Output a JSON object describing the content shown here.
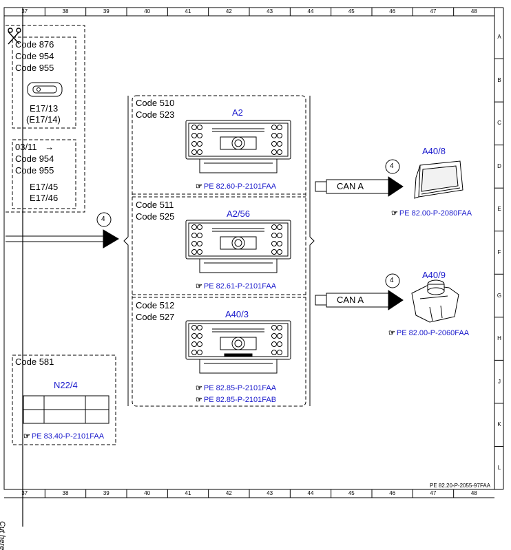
{
  "ruler": {
    "columns": [
      "37",
      "38",
      "39",
      "40",
      "41",
      "42",
      "43",
      "44",
      "45",
      "46",
      "47",
      "48"
    ],
    "rows": [
      "A",
      "B",
      "C",
      "D",
      "E",
      "F",
      "G",
      "H",
      "J",
      "K",
      "L"
    ]
  },
  "cut_here": "Cut here",
  "drawing_number": "PE 82.20-P-2055-97FAA",
  "left_group_1": {
    "lines": [
      "Code 876",
      "Code 954",
      "Code 955"
    ],
    "part": "E17/13",
    "part_alt": "(E17/14)"
  },
  "left_group_2": {
    "date_line": "03/11",
    "arrow": "→",
    "lines": [
      "Code 954",
      "Code 955"
    ],
    "part": "E17/45",
    "part_alt": "E17/46"
  },
  "left_group_3": {
    "code": "Code 581",
    "part": "N22/4",
    "ref": "PE 83.40-P-2101FAA"
  },
  "center_units": [
    {
      "codes": [
        "Code 510",
        "Code 523"
      ],
      "title": "A2",
      "refs": [
        "PE 82.60-P-2101FAA"
      ]
    },
    {
      "codes": [
        "Code 511",
        "Code 525"
      ],
      "title": "A2/56",
      "refs": [
        "PE 82.61-P-2101FAA"
      ]
    },
    {
      "codes": [
        "Code 512",
        "Code 527"
      ],
      "title": "A40/3",
      "refs": [
        "PE 82.85-P-2101FAA",
        "PE 82.85-P-2101FAB"
      ]
    }
  ],
  "incoming_badge": "4",
  "outputs": [
    {
      "badge": "4",
      "bus": "CAN A",
      "part": "A40/8",
      "ref": "PE 82.00-P-2080FAA"
    },
    {
      "badge": "4",
      "bus": "CAN A",
      "part": "A40/9",
      "ref": "PE 82.00-P-2060FAA"
    }
  ],
  "ref_icon": "pointing-hand-icon",
  "colors": {
    "link_blue": "#1a1acc",
    "line": "#000000"
  }
}
